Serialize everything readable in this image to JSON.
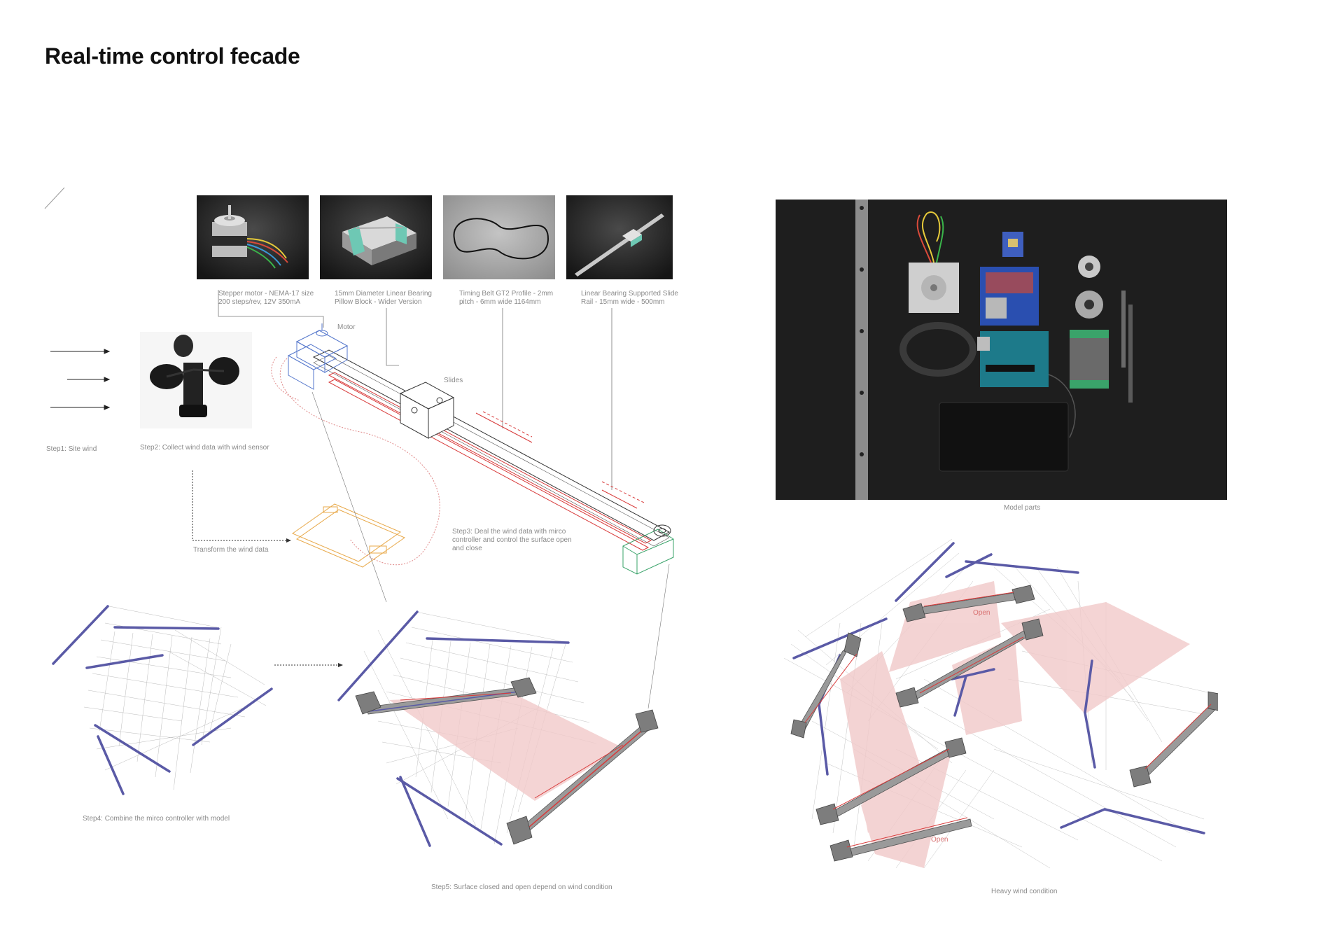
{
  "page": {
    "title": "Real-time control fecade"
  },
  "components": [
    {
      "label_line1": "Stepper motor - NEMA-17 size",
      "label_line2": "200 steps/rev, 12V 350mA",
      "icon": "stepper-motor-icon"
    },
    {
      "label_line1": "15mm Diameter Linear Bearing",
      "label_line2": "Pillow Block - Wider Version",
      "icon": "linear-bearing-icon"
    },
    {
      "label_line1": "Timing Belt GT2 Profile - 2mm",
      "label_line2": "pitch - 6mm wide 1164mm",
      "icon": "timing-belt-icon"
    },
    {
      "label_line1": "Linear Bearing Supported Slide",
      "label_line2": "Rail - 15mm wide - 500mm",
      "icon": "slide-rail-icon"
    }
  ],
  "diagram": {
    "motor_label": "Motor",
    "slides_label": "Slides",
    "step1": "Step1: Site wind",
    "step2": "Step2: Collect wind data with wind sensor",
    "transform": "Transform the wind data",
    "step3_line1": "Step3: Deal the wind data with mirco",
    "step3_line2": "controller and control the surface open",
    "step3_line3": "and close",
    "step4": "Step4: Combine the mirco controller with model",
    "step5": "Step5: Surface closed and open depend on wind condition"
  },
  "right": {
    "model_parts": "Model parts",
    "heavy_wind": "Heavy wind condition",
    "open_label_1": "Open",
    "open_label_2": "Open"
  },
  "colors": {
    "blade": "#5a5aa6",
    "membrane": "#f1c9c9",
    "rail_red": "#d83a3a",
    "controller": "#e8a94a",
    "slide_green": "#3aa36a",
    "motor_blue": "#5577cc"
  }
}
